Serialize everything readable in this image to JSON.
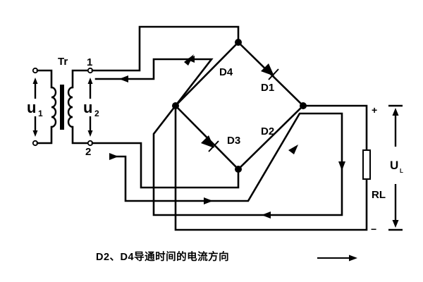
{
  "diagram": {
    "title": "Bridge rectifier current path",
    "labels": {
      "transformer": "Tr",
      "terminal_1": "1",
      "terminal_2": "2",
      "u1_main": "u",
      "u1_sub": "1",
      "u2_main": "u",
      "u2_sub": "2",
      "d1": "D1",
      "d2": "D2",
      "d3": "D3",
      "d4": "D4",
      "load": "RL",
      "ul_main": "U",
      "ul_sub": "L",
      "plus": "+",
      "minus": "−"
    },
    "caption": "D2、D4导通时间的电流方向",
    "legend_icon": "arrow-right"
  }
}
